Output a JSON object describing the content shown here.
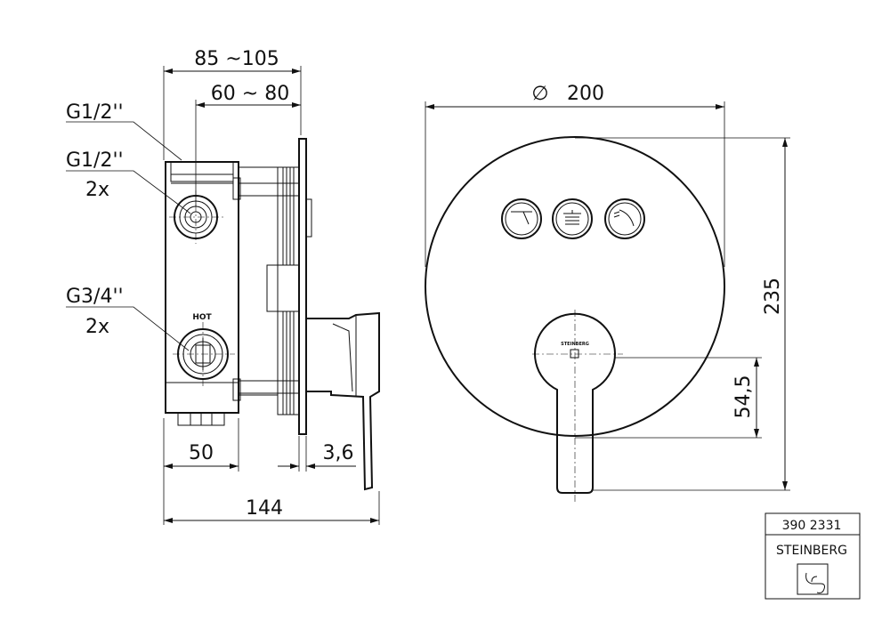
{
  "side_view": {
    "dim_overall_depth_range": "85 ~105",
    "dim_adjust_range": "60 ~ 80",
    "dim_body_width": "50",
    "dim_plate_thickness": "3,6",
    "dim_total_depth": "144",
    "callout_top": "G1/2''",
    "callout_middle": "G1/2''",
    "callout_middle_qty": "2x",
    "callout_bottom": "G3/4''",
    "callout_bottom_qty": "2x",
    "hot_label": "HOT"
  },
  "front_view": {
    "dim_diameter_symbol": "∅",
    "dim_diameter": "200",
    "dim_height": "235",
    "dim_lever_offset": "54,5",
    "handle_brand": "STEINBERG"
  },
  "title_block": {
    "part_number": "390 2331",
    "brand": "STEINBERG"
  }
}
